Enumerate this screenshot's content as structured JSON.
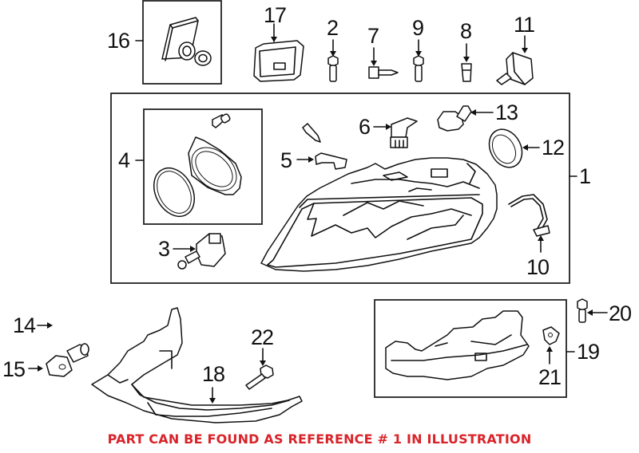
{
  "diagram": {
    "title": "Headlamp assembly exploded parts diagram",
    "footer_note": "PART CAN BE FOUND AS REFERENCE # 1 IN ILLUSTRATION",
    "footer_color": "#d9232a",
    "callouts": [
      {
        "id": "1",
        "label": "1",
        "part": "headlamp-assembly"
      },
      {
        "id": "2",
        "label": "2",
        "part": "bolt"
      },
      {
        "id": "3",
        "label": "3",
        "part": "leveling-motor"
      },
      {
        "id": "4",
        "label": "4",
        "part": "lamp-cover-kit"
      },
      {
        "id": "5",
        "label": "5",
        "part": "clip"
      },
      {
        "id": "6",
        "label": "6",
        "part": "bracket"
      },
      {
        "id": "7",
        "label": "7",
        "part": "screw"
      },
      {
        "id": "8",
        "label": "8",
        "part": "clip"
      },
      {
        "id": "9",
        "label": "9",
        "part": "bolt"
      },
      {
        "id": "10",
        "label": "10",
        "part": "wiring-harness"
      },
      {
        "id": "11",
        "label": "11",
        "part": "bulb-socket"
      },
      {
        "id": "12",
        "label": "12",
        "part": "cover-seal"
      },
      {
        "id": "13",
        "label": "13",
        "part": "bulb"
      },
      {
        "id": "14",
        "label": "14",
        "part": "washer-hose"
      },
      {
        "id": "15",
        "label": "15",
        "part": "washer-nozzle"
      },
      {
        "id": "16",
        "label": "16",
        "part": "control-module-kit"
      },
      {
        "id": "17",
        "label": "17",
        "part": "control-module"
      },
      {
        "id": "18",
        "label": "18",
        "part": "mounting-bracket"
      },
      {
        "id": "19",
        "label": "19",
        "part": "bracket-assembly"
      },
      {
        "id": "20",
        "label": "20",
        "part": "bolt"
      },
      {
        "id": "21",
        "label": "21",
        "part": "clip"
      },
      {
        "id": "22",
        "label": "22",
        "part": "bolt"
      }
    ]
  }
}
